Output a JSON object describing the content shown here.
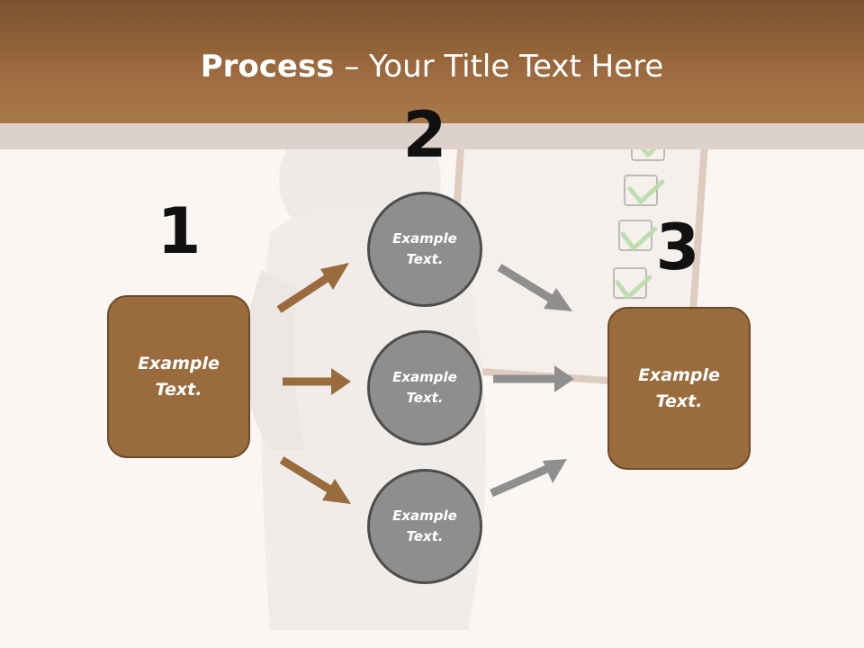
{
  "title": {
    "bold": "Process",
    "rest": " – Your Title Text Here"
  },
  "steps": {
    "one": "1",
    "two": "2",
    "three": "3"
  },
  "left_box": {
    "text": "Example\nText."
  },
  "right_box": {
    "text": "Example\nText."
  },
  "circles": [
    {
      "text": "Example\nText."
    },
    {
      "text": "Example\nText."
    },
    {
      "text": "Example\nText."
    }
  ],
  "colors": {
    "header": "#9b693d",
    "box_fill": "#9a6b3d",
    "circle_fill": "#8e8e8e",
    "arrow_brown": "#9a6b3d",
    "arrow_gray": "#8f8f8f"
  }
}
